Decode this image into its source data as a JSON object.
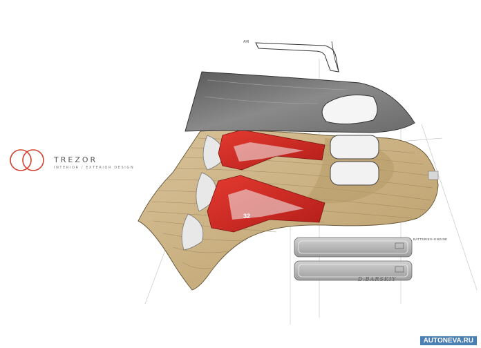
{
  "brand": {
    "name": "TREZOR",
    "subtitle": "INTERIOR / EXTERIOR DESIGN",
    "logo_color": "#d0402c"
  },
  "labels": {
    "air": "AIR",
    "batteries": "BATTERIES+ENGINE",
    "seat_number": "32"
  },
  "signature": "D.BARSKIY",
  "watermark": "AUTONEVA.RU",
  "colors": {
    "floor_wood": "#c9b083",
    "seat_red": "#d42a24",
    "canopy_grey": "#6e6e6e",
    "battery_grey": "#b9b9b9"
  }
}
